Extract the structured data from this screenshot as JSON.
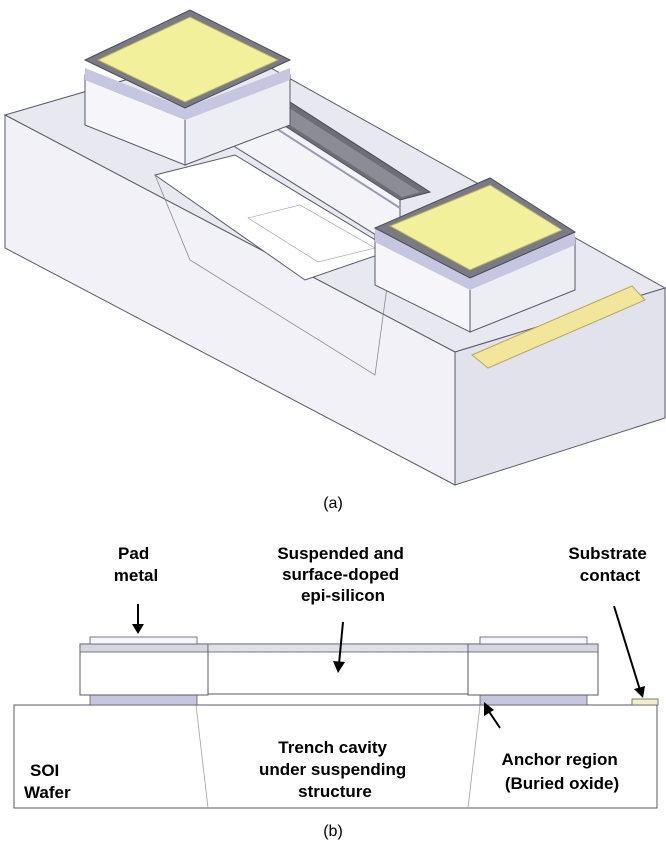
{
  "panel_a": {
    "caption": "(a)"
  },
  "panel_b": {
    "caption": "(b)",
    "labels": {
      "pad_metal": [
        "Pad",
        "metal"
      ],
      "suspended": [
        "Suspended and",
        "surface-doped",
        "epi-silicon"
      ],
      "substrate_contact": [
        "Substrate",
        "contact"
      ],
      "soi_wafer": [
        "SOI",
        "Wafer"
      ],
      "trench_cavity": [
        "Trench cavity",
        "under suspending",
        "structure"
      ],
      "anchor_region": [
        "Anchor region",
        "(Buried oxide)"
      ]
    }
  },
  "colors": {
    "pad_metal": "#F2F09A",
    "silicon_top": "#E9E9F0",
    "silicon_side": "#F4F4F8",
    "oxide_layer": "#C6C6E0",
    "dark_layer": "#7A7A84",
    "cavity": "#FFFFFF",
    "outline": "#5A5A66"
  }
}
